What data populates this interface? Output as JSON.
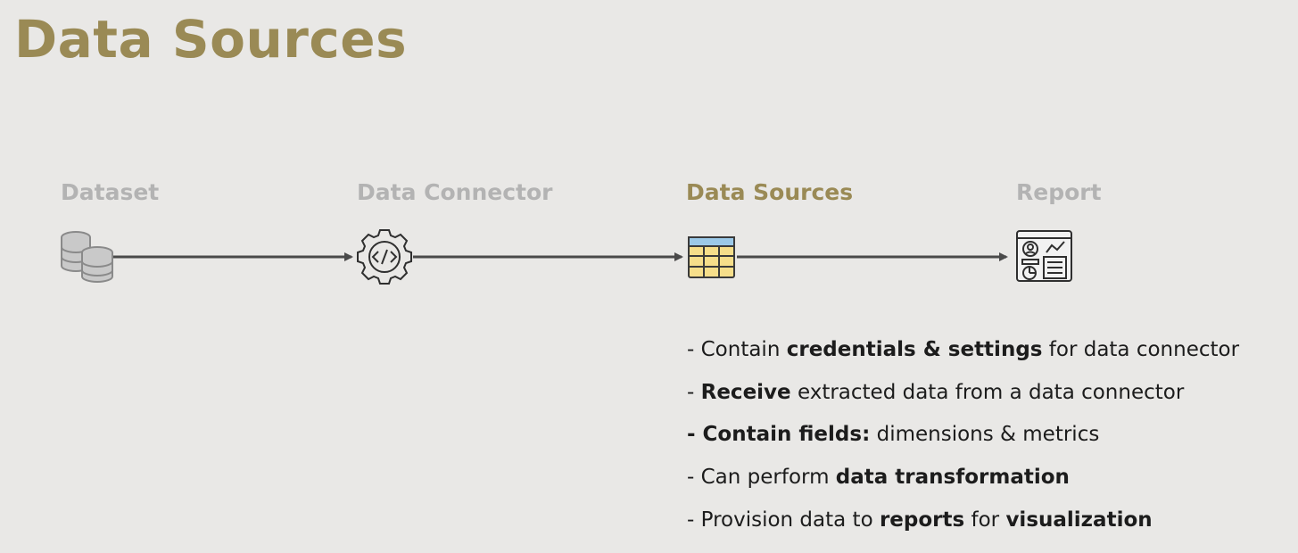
{
  "title": "Data Sources",
  "colors": {
    "accent": "#9a8a55",
    "inactive": "#b3b3b3",
    "arrow": "#4a4a4a",
    "background": "#e9e8e6"
  },
  "flow": {
    "stages": [
      {
        "label": "Dataset",
        "icon": "database-icon",
        "active": false
      },
      {
        "label": "Data Connector",
        "icon": "code-gear-icon",
        "active": false
      },
      {
        "label": "Data Sources",
        "icon": "table-icon",
        "active": true
      },
      {
        "label": "Report",
        "icon": "report-dashboard-icon",
        "active": false
      }
    ]
  },
  "bullets": [
    {
      "t1": "- Contain ",
      "b1": "credentials & settings",
      "t2": " for data connector",
      "b2": "",
      "t3": ""
    },
    {
      "t1": "- ",
      "b1": "Receive",
      "t2": " extracted data from a data connector",
      "b2": "",
      "t3": ""
    },
    {
      "t1": "",
      "b1": "- Contain fields:",
      "t2": " dimensions & metrics",
      "b2": "",
      "t3": ""
    },
    {
      "t1": "- Can perform ",
      "b1": "data transformation",
      "t2": "",
      "b2": "",
      "t3": ""
    },
    {
      "t1": "- Provision data to ",
      "b1": "reports",
      "t2": " for ",
      "b2": "visualization",
      "t3": ""
    }
  ]
}
